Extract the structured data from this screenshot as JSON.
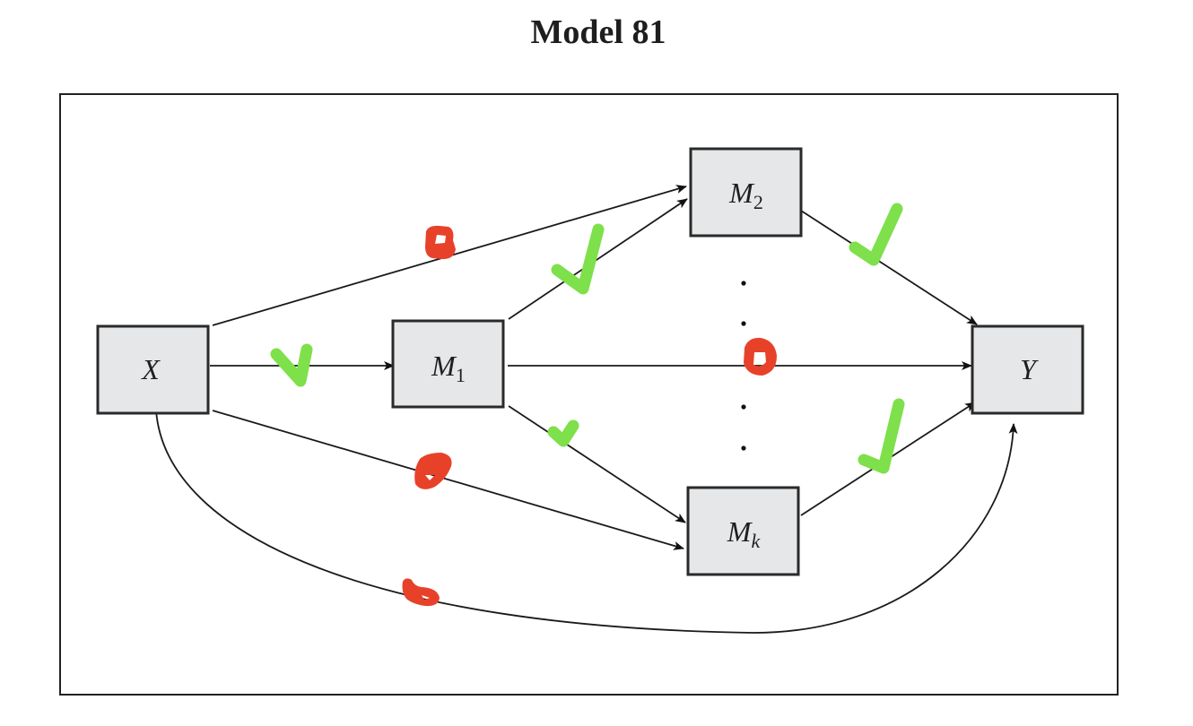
{
  "title": "Model 81",
  "colors": {
    "check": "#7ee04a",
    "red_mark": "#e8412a",
    "node_fill": "#e6e7e8"
  },
  "nodes": {
    "x": {
      "label": "X",
      "sub": ""
    },
    "m1": {
      "label": "M",
      "sub": "1"
    },
    "m2": {
      "label": "M",
      "sub": "2"
    },
    "mk": {
      "label": "M",
      "sub": "k"
    },
    "y": {
      "label": "Y",
      "sub": ""
    }
  },
  "edges": [
    {
      "from": "X",
      "to": "M1",
      "annotation": "check"
    },
    {
      "from": "X",
      "to": "M2",
      "annotation": "red-mark"
    },
    {
      "from": "X",
      "to": "Mk",
      "annotation": "red-mark"
    },
    {
      "from": "X",
      "to": "Y",
      "annotation": "red-mark"
    },
    {
      "from": "M1",
      "to": "M2",
      "annotation": "check"
    },
    {
      "from": "M1",
      "to": "Y",
      "annotation": "red-mark"
    },
    {
      "from": "M1",
      "to": "Mk",
      "annotation": "check"
    },
    {
      "from": "M2",
      "to": "Y",
      "annotation": "check"
    },
    {
      "from": "Mk",
      "to": "Y",
      "annotation": "check"
    }
  ],
  "ellipsis": "vertical dots between M2 and Mk"
}
